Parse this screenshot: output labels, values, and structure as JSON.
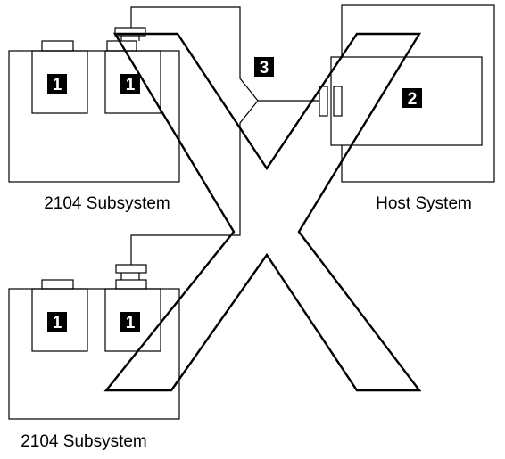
{
  "subsystem_top": {
    "label": "2104 Subsystem",
    "callouts": [
      "1",
      "1"
    ]
  },
  "subsystem_bottom": {
    "label": "2104 Subsystem",
    "callouts": [
      "1",
      "1"
    ]
  },
  "host": {
    "label": "Host System",
    "callout": "2"
  },
  "cable": {
    "callout": "3"
  },
  "cross_mark": {
    "meaning": "not supported"
  },
  "colors": {
    "line": "#000000",
    "background": "#ffffff",
    "callout_fill": "#000000",
    "callout_text": "#ffffff"
  }
}
